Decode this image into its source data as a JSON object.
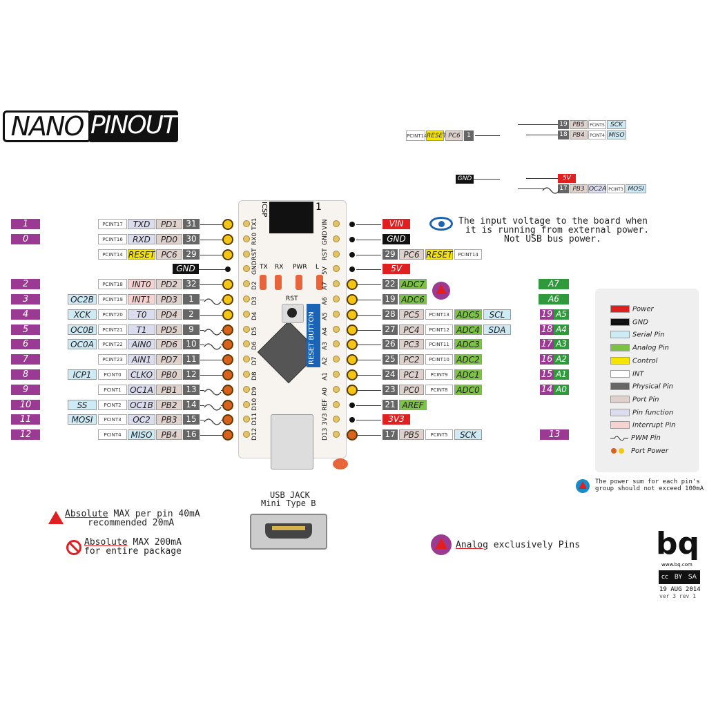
{
  "title": {
    "part1": "NANO",
    "part2": "PINOUT"
  },
  "colors": {
    "purple": "#9b3a93",
    "power": "#e02020",
    "gnd": "#111111",
    "analog": "#7cc244",
    "control": "#f5e400",
    "serial": "#cdeaf5"
  },
  "left_pins": [
    {
      "num": "1",
      "extra": "",
      "pcint": "PCINT17",
      "func": "TXD",
      "ftype": "func",
      "port": "PD1",
      "phys": "31",
      "pwm": false,
      "dot": "yellow",
      "board": "TX1"
    },
    {
      "num": "0",
      "extra": "",
      "pcint": "PCINT16",
      "func": "RXD",
      "ftype": "func",
      "port": "PD0",
      "phys": "30",
      "pwm": false,
      "dot": "yellow",
      "board": "RX0"
    },
    {
      "num": "",
      "extra": "",
      "pcint": "PCINT14",
      "func": "RESET",
      "ftype": "ctrl",
      "port": "PC6",
      "phys": "29",
      "pwm": false,
      "dot": "yellow",
      "board": "RST"
    },
    {
      "num": "",
      "extra": "",
      "pcint": "",
      "func": "",
      "ftype": "",
      "port": "",
      "phys": "",
      "gnd": "GND",
      "pwm": false,
      "dot": "black",
      "board": "GND"
    },
    {
      "num": "2",
      "extra": "",
      "pcint": "PCINT18",
      "func": "INT0",
      "ftype": "intr",
      "port": "PD2",
      "phys": "32",
      "pwm": false,
      "dot": "yellow",
      "board": "D2"
    },
    {
      "num": "3",
      "extra": "OC2B",
      "pcint": "PCINT19",
      "func": "INT1",
      "ftype": "intr",
      "port": "PD3",
      "phys": "1",
      "pwm": true,
      "dot": "yellow",
      "board": "D3"
    },
    {
      "num": "4",
      "extra": "XCK",
      "pcint": "PCINT20",
      "func": "T0",
      "ftype": "func",
      "port": "PD4",
      "phys": "2",
      "pwm": false,
      "dot": "yellow",
      "board": "D4"
    },
    {
      "num": "5",
      "extra": "OC0B",
      "pcint": "PCINT21",
      "func": "T1",
      "ftype": "func",
      "port": "PD5",
      "phys": "9",
      "pwm": true,
      "dot": "orange",
      "board": "D5"
    },
    {
      "num": "6",
      "extra": "OC0A",
      "pcint": "PCINT22",
      "func": "AIN0",
      "ftype": "func",
      "port": "PD6",
      "phys": "10",
      "pwm": true,
      "dot": "orange",
      "board": "D6"
    },
    {
      "num": "7",
      "extra": "",
      "pcint": "PCINT23",
      "func": "AIN1",
      "ftype": "func",
      "port": "PD7",
      "phys": "11",
      "pwm": false,
      "dot": "orange",
      "board": "D7"
    },
    {
      "num": "8",
      "extra": "ICP1",
      "pcint": "PCINT0",
      "func": "CLKO",
      "ftype": "func",
      "port": "PB0",
      "phys": "12",
      "pwm": false,
      "dot": "orange",
      "board": "D8"
    },
    {
      "num": "9",
      "extra": "",
      "pcint": "PCINT1",
      "func": "OC1A",
      "ftype": "func",
      "port": "PB1",
      "phys": "13",
      "pwm": true,
      "dot": "orange",
      "board": "D9"
    },
    {
      "num": "10",
      "extra": "SS",
      "pcint": "PCINT2",
      "func": "OC1B",
      "ftype": "func",
      "port": "PB2",
      "phys": "14",
      "pwm": true,
      "dot": "orange",
      "board": "D10"
    },
    {
      "num": "11",
      "extra": "MOSI",
      "pcint": "PCINT3",
      "func": "OC2",
      "ftype": "func",
      "port": "PB3",
      "phys": "15",
      "pwm": true,
      "dot": "orange",
      "board": "D11"
    },
    {
      "num": "12",
      "extra": "",
      "pcint": "PCINT4",
      "func": "MISO",
      "ftype": "serial",
      "port": "PB4",
      "phys": "16",
      "pwm": false,
      "dot": "orange",
      "board": "D12"
    }
  ],
  "right_pins": [
    {
      "label": "VIN",
      "ltype": "power",
      "board": "VIN",
      "dot": "black"
    },
    {
      "label": "GND",
      "ltype": "gnd",
      "board": "GND",
      "dot": "black"
    },
    {
      "phys": "29",
      "port": "PC6",
      "func": "RESET",
      "ftype": "ctrl",
      "pcint": "PCINT14",
      "board": "RST",
      "dot": "black"
    },
    {
      "label": "5V",
      "ltype": "power",
      "board": "5V",
      "dot": "black"
    },
    {
      "phys": "22",
      "label": "ADC7",
      "ltype": "analog",
      "board": "A7",
      "dot": "yellow",
      "ard": "A7"
    },
    {
      "phys": "19",
      "label": "ADC6",
      "ltype": "analog",
      "board": "A6",
      "dot": "yellow",
      "ard": "A6"
    },
    {
      "phys": "28",
      "port": "PC5",
      "pcint": "PCINT13",
      "adc": "ADC5",
      "ser": "SCL",
      "board": "A5",
      "dot": "yellow",
      "ardnum": "19",
      "ard": "A5"
    },
    {
      "phys": "27",
      "port": "PC4",
      "pcint": "PCINT12",
      "adc": "ADC4",
      "ser": "SDA",
      "board": "A4",
      "dot": "yellow",
      "ardnum": "18",
      "ard": "A4"
    },
    {
      "phys": "26",
      "port": "PC3",
      "pcint": "PCINT11",
      "adc": "ADC3",
      "board": "A3",
      "dot": "yellow",
      "ardnum": "17",
      "ard": "A3"
    },
    {
      "phys": "25",
      "port": "PC2",
      "pcint": "PCINT10",
      "adc": "ADC2",
      "board": "A2",
      "dot": "yellow",
      "ardnum": "16",
      "ard": "A2"
    },
    {
      "phys": "24",
      "port": "PC1",
      "pcint": "PCINT9",
      "adc": "ADC1",
      "board": "A1",
      "dot": "yellow",
      "ardnum": "15",
      "ard": "A1"
    },
    {
      "phys": "23",
      "port": "PC0",
      "pcint": "PCINT8",
      "adc": "ADC0",
      "board": "A0",
      "dot": "yellow",
      "ardnum": "14",
      "ard": "A0"
    },
    {
      "phys": "21",
      "label": "AREF",
      "ltype": "analog",
      "board": "REF",
      "dot": "black"
    },
    {
      "label": "3V3",
      "ltype": "power",
      "board": "3V3",
      "dot": "black"
    },
    {
      "phys": "17",
      "port": "PB5",
      "pcint": "PCINT5",
      "ser": "SCK",
      "board": "D13",
      "dot": "orange",
      "ardnum": "13"
    }
  ],
  "icsp": {
    "label": "ICSP",
    "pin1": "1",
    "left": {
      "pcint": "PCINT14",
      "func": "RESET",
      "port": "PC6",
      "phys": "1"
    },
    "top1": {
      "phys": "19",
      "port": "PB5",
      "pcint": "PCINT5",
      "func": "SCK"
    },
    "top2": {
      "phys": "18",
      "port": "PB4",
      "pcint": "PCINT4",
      "func": "MISO"
    },
    "gnd": "GND",
    "v5": "5V",
    "bottom": {
      "phys": "17",
      "port": "PB3",
      "func": "OC2A",
      "pcint": "PCINT3",
      "func2": "MOSI"
    }
  },
  "board": {
    "tx": "TX",
    "rx": "RX",
    "pwr": "PWR",
    "l": "L",
    "rst": "RST",
    "reset_button": "RESET BUTTON"
  },
  "vin_note": [
    "The input voltage to the board when",
    "it is running from external power.",
    "Not USB bus power."
  ],
  "legend": [
    {
      "label": "Power",
      "color": "#e02020"
    },
    {
      "label": "GND",
      "color": "#111111"
    },
    {
      "label": "Serial Pin",
      "color": "#cdeaf5"
    },
    {
      "label": "Analog Pin",
      "color": "#7cc244"
    },
    {
      "label": "Control",
      "color": "#f5e400"
    },
    {
      "label": "INT",
      "color": "#ffffff"
    },
    {
      "label": "Physical Pin",
      "color": "#666666"
    },
    {
      "label": "Port Pin",
      "color": "#dfd1cc"
    },
    {
      "label": "Pin function",
      "color": "#dcdcef"
    },
    {
      "label": "Interrupt Pin",
      "color": "#f6d2d0"
    },
    {
      "label": "PWM Pin",
      "color": ""
    },
    {
      "label": "Port Power",
      "color": ""
    }
  ],
  "power_note": [
    "The power sum for each pin's",
    "group should not exceed 100mA"
  ],
  "usb": {
    "line1": "USB JACK",
    "line2": "Mini Type B"
  },
  "warn1": {
    "underlined": "Absolute",
    "rest": " MAX per pin 40mA",
    "line2": "recommended 20mA"
  },
  "warn2": {
    "underlined": "Absolute",
    "rest": " MAX 200mA",
    "line2": "for entire package"
  },
  "analog_note": {
    "underlined": "Analog",
    "rest": " exclusively Pins"
  },
  "brand": {
    "logo": "bq",
    "url": "www.bq.com",
    "date": "19 AUG 2014",
    "version": "ver 3 rev 1",
    "cc": "cc",
    "by": "BY",
    "sa": "SA"
  }
}
